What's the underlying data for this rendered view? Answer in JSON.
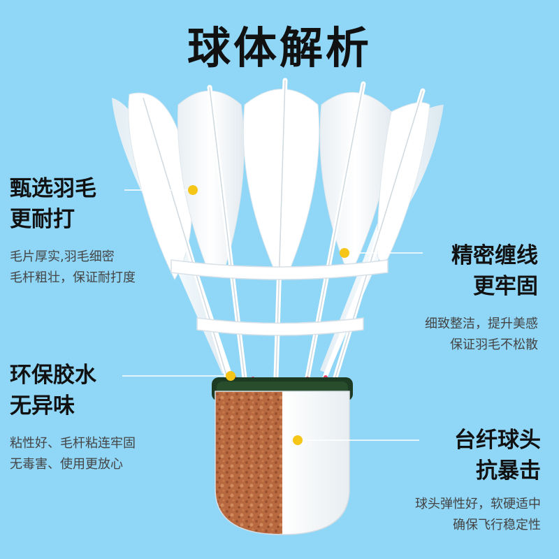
{
  "title": "球体解析",
  "features": {
    "feather": {
      "heading": [
        "甄选羽毛",
        "更耐打"
      ],
      "desc": [
        "毛片厚实,羽毛细密",
        "毛杆粗壮，保证耐打度"
      ]
    },
    "thread": {
      "heading": [
        "精密缠线",
        "更牢固"
      ],
      "desc": [
        "细致整洁，提升美感",
        "保证羽毛不松散"
      ]
    },
    "glue": {
      "heading": [
        "环保胶水",
        "无异味"
      ],
      "desc": [
        "粘性好、毛杆粘连牢固",
        "无毒害、使用更放心"
      ]
    },
    "head": {
      "heading": [
        "台纤球头",
        "抗暴击"
      ],
      "desc": [
        "球头弹性好，软硬适中",
        "确保飞行稳定性"
      ]
    }
  },
  "colors": {
    "background": "#8fd6f7",
    "marker": "#f5c518",
    "band": "#1c3b22",
    "cork": "#b5683f",
    "feather": "#ffffff"
  }
}
